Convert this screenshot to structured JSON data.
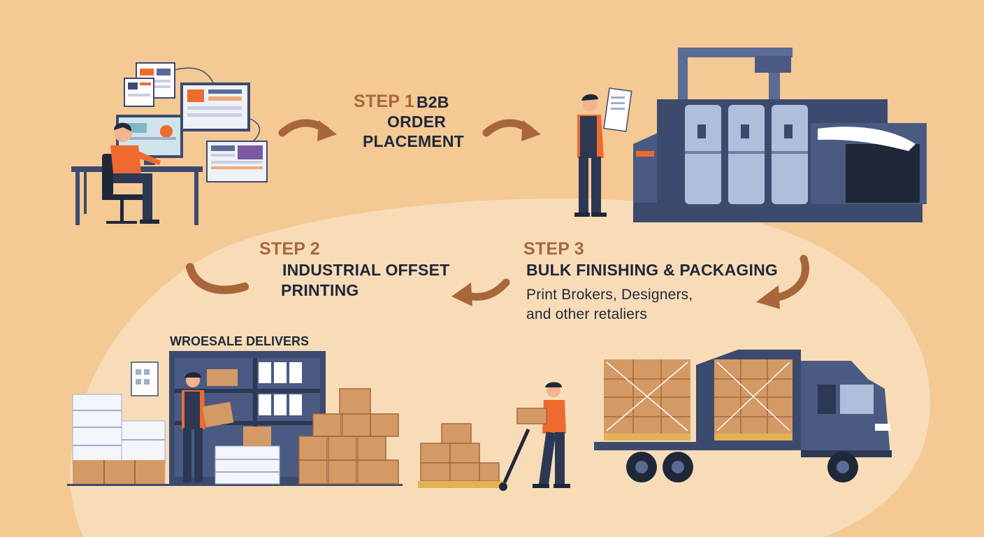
{
  "steps": {
    "step1": {
      "label": "STEP 1",
      "title_line1": "B2B",
      "title_line2": "ORDER",
      "title_line3": "PLACEMENT"
    },
    "step2": {
      "label": "STEP 2",
      "title_line1": "INDUSTRIAL OFFSET",
      "title_line2": "PRINTING"
    },
    "step3": {
      "label": "STEP 3",
      "title": "BULK FINISHING & PACKAGING",
      "desc_line1": "Print Brokers, Designers,",
      "desc_line2": "and other retaliers"
    }
  },
  "warehouse": {
    "sign": "WROESALE DELIVERS"
  },
  "colors": {
    "background": "#f4c994",
    "blob": "#f8dcb8",
    "accent_step": "#a8673a",
    "arrow": "#a8673a",
    "navy": "#3c4a6e",
    "worker_shirt": "#ef6a2f",
    "box": "#d49a66"
  },
  "icons": [
    "computer-workstation-icon",
    "offset-press-icon",
    "warehouse-icon",
    "pallet-jack-icon",
    "delivery-truck-icon"
  ]
}
